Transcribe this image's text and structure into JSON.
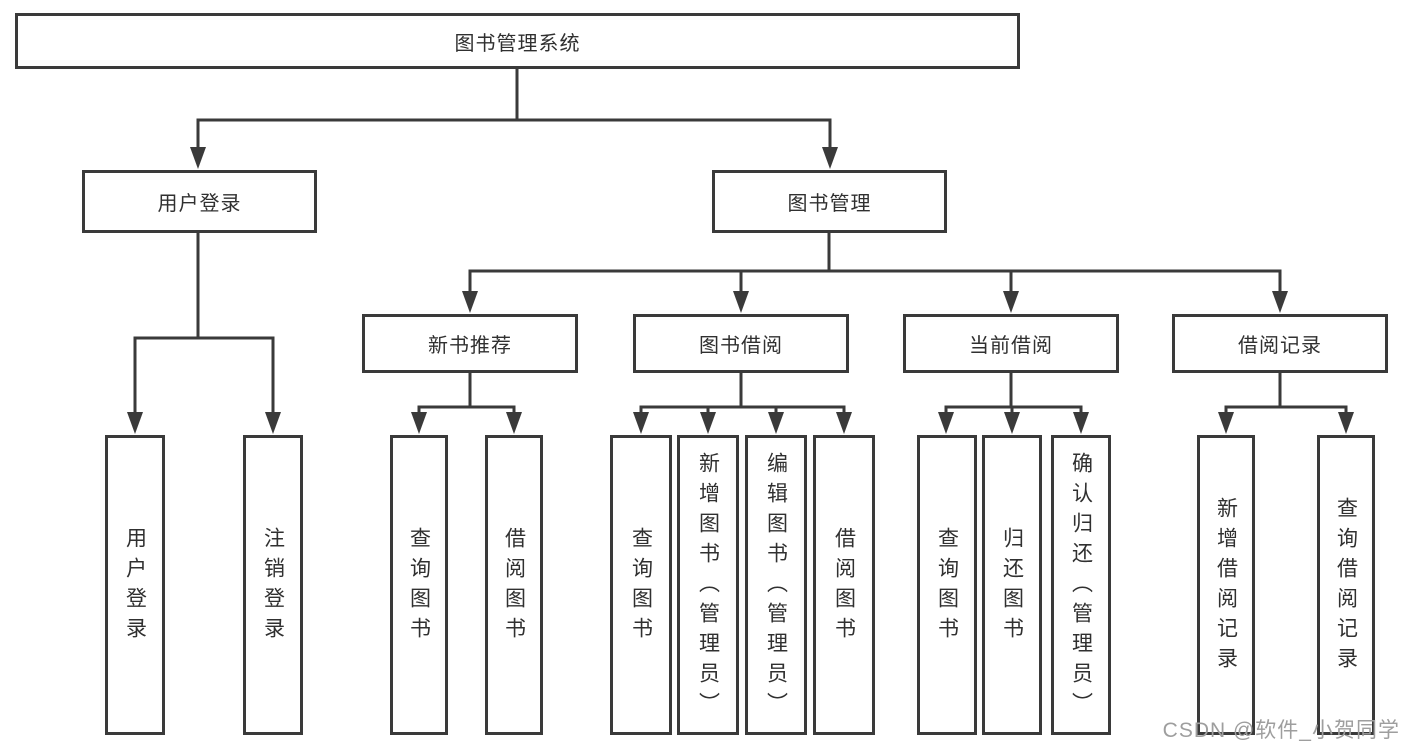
{
  "tree": {
    "label": "图书管理系统",
    "children": [
      {
        "label": "用户登录",
        "children": [
          {
            "label": "用户登录"
          },
          {
            "label": "注销登录"
          }
        ]
      },
      {
        "label": "图书管理",
        "children": [
          {
            "label": "新书推荐",
            "children": [
              {
                "label": "查询图书"
              },
              {
                "label": "借阅图书"
              }
            ]
          },
          {
            "label": "图书借阅",
            "children": [
              {
                "label": "查询图书"
              },
              {
                "label": "新增图书（管理员）"
              },
              {
                "label": "编辑图书（管理员）"
              },
              {
                "label": "借阅图书"
              }
            ]
          },
          {
            "label": "当前借阅",
            "children": [
              {
                "label": "查询图书"
              },
              {
                "label": "归还图书"
              },
              {
                "label": "确认归还（管理员）"
              }
            ]
          },
          {
            "label": "借阅记录",
            "children": [
              {
                "label": "新增借阅记录"
              },
              {
                "label": "查询借阅记录"
              }
            ]
          }
        ]
      }
    ]
  },
  "watermark": {
    "text": "CSDN @软件_小贺同学"
  },
  "colors": {
    "line": "#3a3a3a",
    "box_border": "#3a3a3a",
    "box_background": "#ffffff",
    "text": "#303030",
    "watermark": "#9e9e9e",
    "background": "#ffffff"
  }
}
